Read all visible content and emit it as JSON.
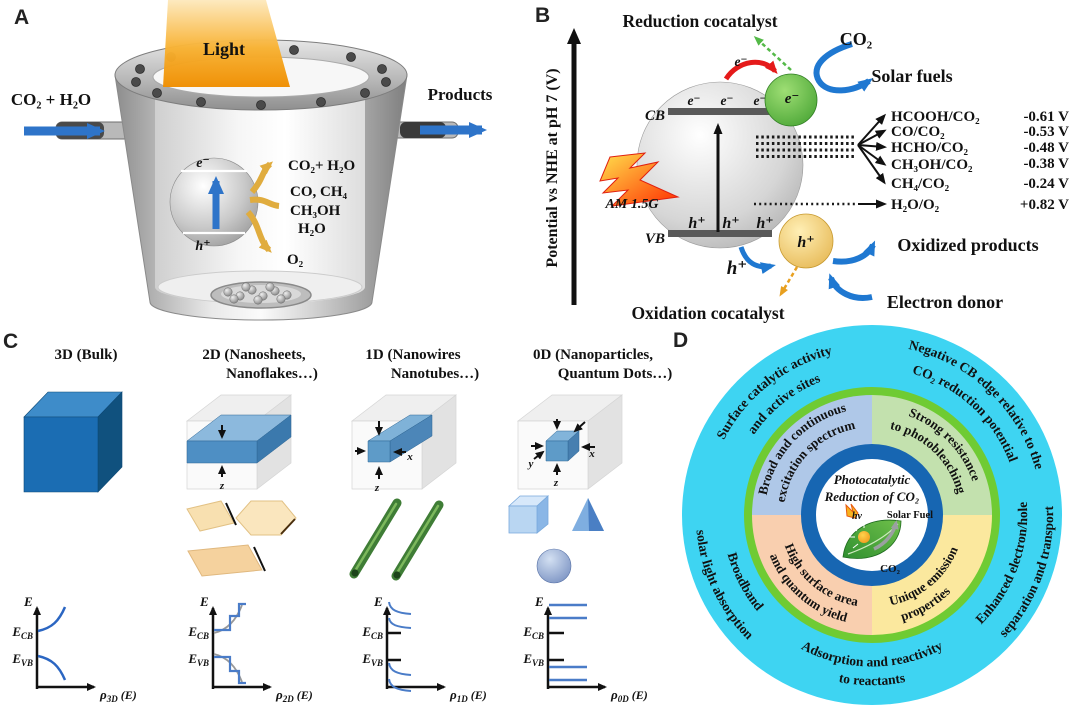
{
  "panel_a": {
    "label": "A",
    "light": "Light",
    "inlet": "CO₂ + H₂O",
    "outlet": "Products",
    "electron": "e⁻",
    "hole": "h⁺",
    "p1": "CO₂+ H₂O",
    "p2": "CO, CH₄",
    "p3": "CH₃OH",
    "p4": "H₂O",
    "p5": "O₂"
  },
  "panel_b": {
    "label": "B",
    "axis": "Potential vs NHE at pH 7 (V)",
    "reduction": "Reduction cocatalyst",
    "oxidation": "Oxidation cocatalyst",
    "co2": "CO₂",
    "solar_fuels": "Solar fuels",
    "oxidized": "Oxidized products",
    "donor": "Electron donor",
    "cb": "CB",
    "vb": "VB",
    "am": "AM 1.5G",
    "e": "e⁻",
    "h": "h⁺",
    "redox": [
      {
        "c": "HCOOH/CO₂",
        "v": "-0.61 V"
      },
      {
        "c": "CO/CO₂",
        "v": "-0.53 V"
      },
      {
        "c": "HCHO/CO₂",
        "v": "-0.48 V"
      },
      {
        "c": "CH₃OH/CO₂",
        "v": "-0.38 V"
      },
      {
        "c": "CH₄/CO₂",
        "v": "-0.24 V"
      },
      {
        "c": "H₂O/O₂",
        "v": "+0.82 V"
      }
    ]
  },
  "panel_c": {
    "label": "C",
    "cols": [
      {
        "t1": "3D (Bulk)",
        "t2": "",
        "sub": "3D"
      },
      {
        "t1": "2D (Nanosheets,",
        "t2": "Nanoflakes…)",
        "sub": "2D"
      },
      {
        "t1": "1D (Nanowires",
        "t2": "Nanotubes…)",
        "sub": "1D"
      },
      {
        "t1": "0D (Nanoparticles,",
        "t2": "Quantum Dots…)",
        "sub": "0D"
      }
    ],
    "graph": {
      "e": "E",
      "cb": "CB",
      "vb": "VB",
      "rho": "ρ",
      "rest": "(E)"
    },
    "ax": {
      "x": "x",
      "y": "y",
      "z": "z"
    }
  },
  "panel_d": {
    "label": "D",
    "outer_top_left": {
      "l1": "Surface catalytic activity",
      "l2": "and active sites"
    },
    "outer_top_right": {
      "l1": "Negative CB edge relative to the",
      "l2": "CO₂ reduction potential"
    },
    "outer_right": {
      "l1": "Enhanced electron/hole",
      "l2": "separation and transport"
    },
    "outer_bottom": {
      "l1": "Adsorption and reactivity",
      "l2": "to reactants"
    },
    "outer_left": {
      "l1": "Broadband",
      "l2": "solar light absorption"
    },
    "quad_tl": {
      "l1": "Broad and continuous",
      "l2": "excitation spectrum"
    },
    "quad_tr": {
      "l1": "Strong resistance",
      "l2": "to photobleaching"
    },
    "quad_bl": {
      "l1": "High surface area",
      "l2": "and quantum yield"
    },
    "quad_br": {
      "l1": "Unique emission",
      "l2": "properties"
    },
    "center": {
      "l1": "Photocatalytic",
      "l2": "Reduction of CO₂",
      "hv": "hv",
      "solar": "Solar Fuel",
      "co2": "CO₂"
    },
    "colors": {
      "outer": "#3ED4F2",
      "ring": "#6FCB33",
      "tl": "#AFC8E8",
      "tr": "#C3E1AE",
      "bl": "#F9CFAF",
      "br": "#FBE89E",
      "inner_ring": "#1766B2"
    }
  }
}
